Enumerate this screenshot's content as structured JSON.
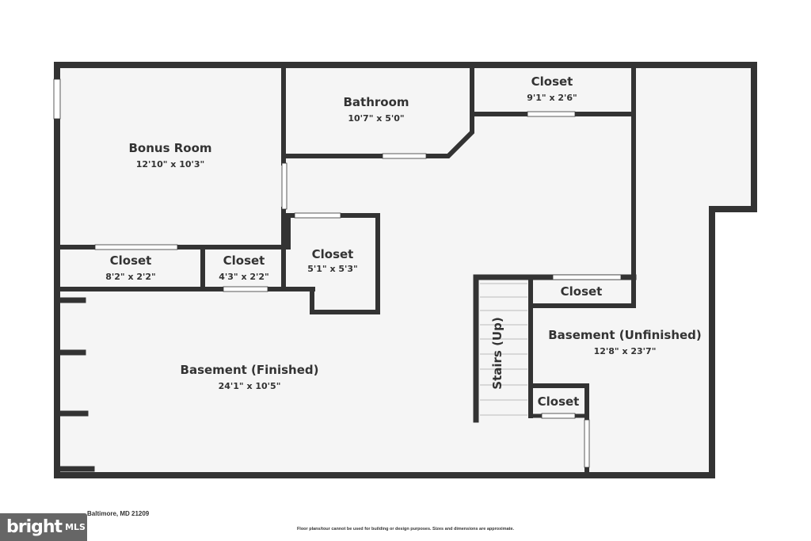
{
  "colors": {
    "wall": "#333333",
    "floor": "#f5f5f5",
    "door": "#ffffff"
  },
  "rooms": [
    {
      "id": "bonus-room",
      "name": "Bonus Room",
      "dims": "12'10\" x 10'3\""
    },
    {
      "id": "bathroom",
      "name": "Bathroom",
      "dims": "10'7\" x 5'0\""
    },
    {
      "id": "closet-top",
      "name": "Closet",
      "dims": "9'1\" x 2'6\""
    },
    {
      "id": "closet-left",
      "name": "Closet",
      "dims": "8'2\" x 2'2\""
    },
    {
      "id": "closet-mid",
      "name": "Closet",
      "dims": "4'3\" x 2'2\""
    },
    {
      "id": "closet-center",
      "name": "Closet",
      "dims": "5'1\" x 5'3\""
    },
    {
      "id": "closet-stairs-right",
      "name": "Closet",
      "dims": ""
    },
    {
      "id": "basement-unfinished",
      "name": "Basement (Unfinished)",
      "dims": "12'8\" x 23'7\""
    },
    {
      "id": "basement-finished",
      "name": "Basement (Finished)",
      "dims": "24'1\" x 10'5\""
    },
    {
      "id": "closet-bottom",
      "name": "Closet",
      "dims": ""
    }
  ],
  "stairs": {
    "label": "Stairs (Up)"
  },
  "footer": {
    "address": "Baltimore, MD 21209",
    "disclaimer": "Floor plans/tour cannot be used for building or design purposes. Sizes and dimensions are approximate.",
    "logo_word": "bright",
    "logo_suffix": "MLS"
  }
}
